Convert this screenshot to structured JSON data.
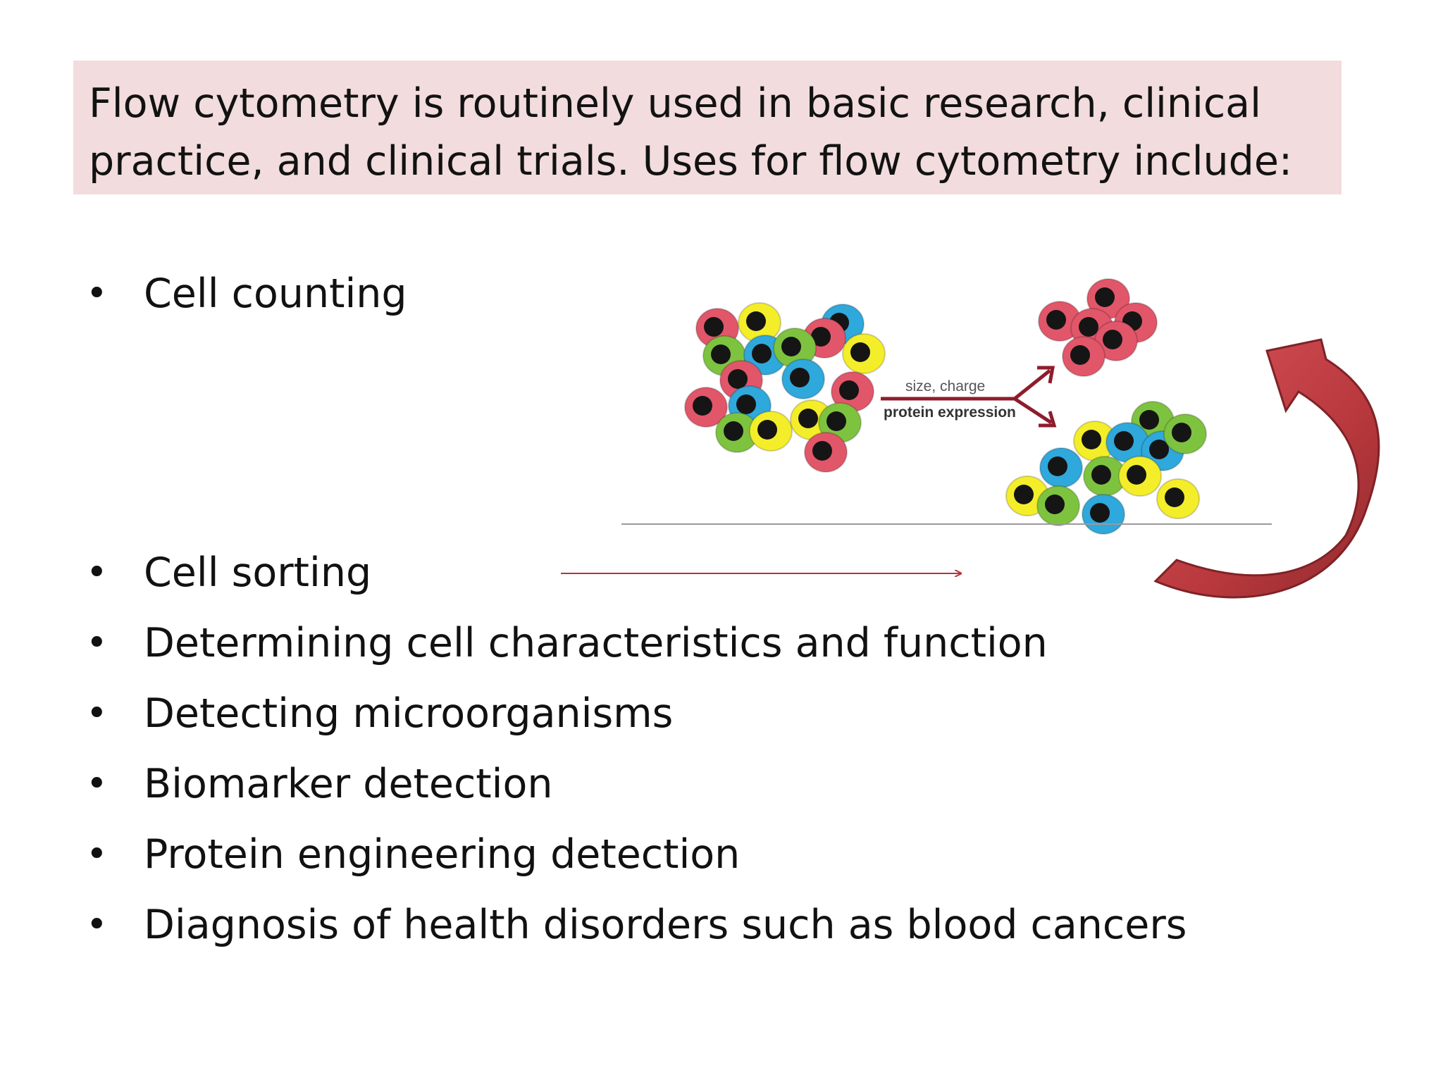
{
  "intro": {
    "line1": "Flow cytometry is routinely used in basic research, clinical",
    "line2": "practice, and clinical trials. Uses for flow cytometry include:"
  },
  "bullet_symbol": "•",
  "bullets": [
    "Cell counting",
    "Cell sorting",
    "Determining cell characteristics and function",
    "Detecting microorganisms",
    "Biomarker detection",
    "Protein engineering detection",
    "Diagnosis of health disorders such as blood cancers"
  ],
  "figure": {
    "label_top": "size, charge",
    "label_bottom": "protein expression"
  },
  "colors": {
    "header_bg": "#f2dcdd",
    "red_cell": "#e2566a",
    "yellow_cell": "#f4ee2a",
    "green_cell": "#7ec33f",
    "blue_cell": "#2fa8dc",
    "nucleus": "#151515",
    "accent_arrow": "#b5343a",
    "curved_arrow": "#b8383d"
  }
}
